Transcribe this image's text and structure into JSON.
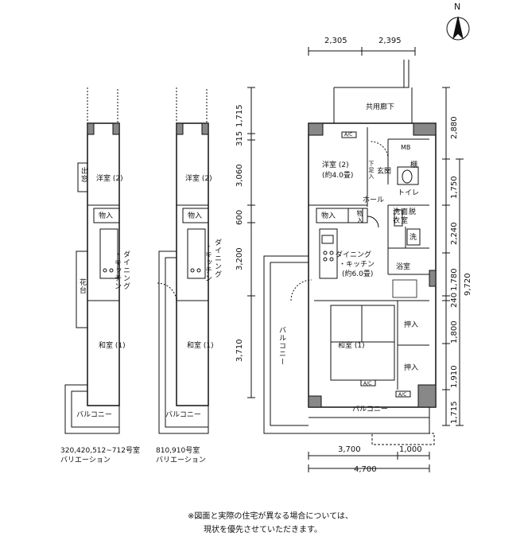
{
  "compass": {
    "letter": "N"
  },
  "main_plan": {
    "corridor": "共用廊下",
    "meter_box": "MB",
    "western_room": "洋室 (2)",
    "western_room_area": "(約4.0畳)",
    "entrance": "玄関",
    "shoe_box": "下足入",
    "shelf": "棚",
    "hall": "ホール",
    "toilet": "トイレ",
    "storage1": "物入",
    "storage2": "物入",
    "washroom": "洗面脱衣室",
    "washer": "洗",
    "dining": "ダイニング",
    "kitchen": "・キッチン",
    "dining_area": "(約6.0畳)",
    "bath": "浴室",
    "japanese_room": "和室 (1)",
    "closet1": "押入",
    "closet2": "押入",
    "balcony_bottom": "バルコニー",
    "balcony_side": "バルコニー",
    "ac1": "A/C",
    "ac2": "A/C",
    "ac3": "A/C"
  },
  "variation1": {
    "western_room": "洋室 (2)",
    "window": "出窓",
    "storage": "物入",
    "dining": "ダイニング",
    "kitchen": "・キッチン",
    "flower": "花台",
    "japanese_room": "和室 (1)",
    "balcony": "バルコニー",
    "caption_line1": "320,420,512~712号室",
    "caption_line2": "バリエーション"
  },
  "variation2": {
    "western_room": "洋室 (2)",
    "storage": "物入",
    "dining": "ダイニング",
    "kitchen": "・キッチン",
    "japanese_room": "和室 (1)",
    "balcony": "バルコニー",
    "caption_line1": "810,910号室",
    "caption_line2": "バリエーション"
  },
  "dimensions": {
    "top": [
      "2,305",
      "2,395"
    ],
    "left": [
      "1,715",
      "315",
      "3,060",
      "600",
      "3,200",
      "3,710"
    ],
    "right": [
      "2,880",
      "1,750",
      "2,240",
      "1,780",
      "240",
      "1,800",
      "1,910",
      "1,715"
    ],
    "right_total": "9,720",
    "bottom_row1": [
      "3,700",
      "1,000"
    ],
    "bottom_total": "4,700"
  },
  "note": {
    "line1": "※図面と実際の住宅が異なる場合については、",
    "line2": "現状を優先させていただきます。"
  }
}
